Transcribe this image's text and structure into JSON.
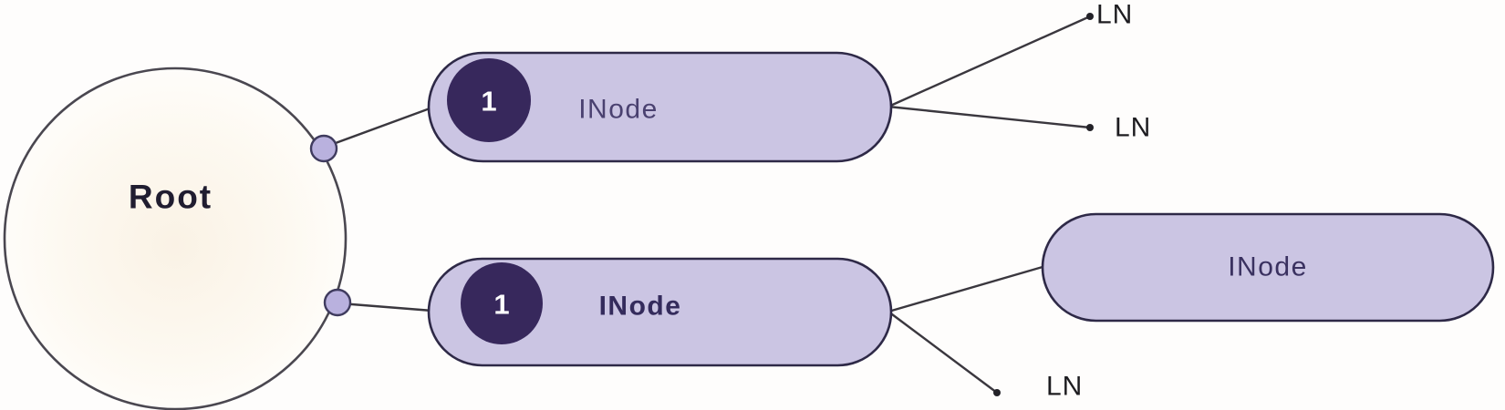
{
  "diagram": {
    "root": {
      "label": "Root"
    },
    "inode_top": {
      "badge": "1",
      "label": "INode"
    },
    "inode_bottom": {
      "badge": "1",
      "label": "INode"
    },
    "inode_right": {
      "label": "INode"
    },
    "leaves": [
      {
        "label": "LN"
      },
      {
        "label": "LN"
      },
      {
        "label": "LN"
      }
    ],
    "colors": {
      "pill_fill": "#cbc5e3",
      "pill_border": "#2e2947",
      "badge_fill": "#37285c",
      "badge_text": "#ffffff",
      "port_fill": "#b9b1de",
      "root_border": "#4a4750",
      "connector": "#3a373e",
      "root_text": "#201d30",
      "inode_text": "#3a3160",
      "leaf_text": "#1d1c20",
      "background": "#fefdfc"
    }
  }
}
